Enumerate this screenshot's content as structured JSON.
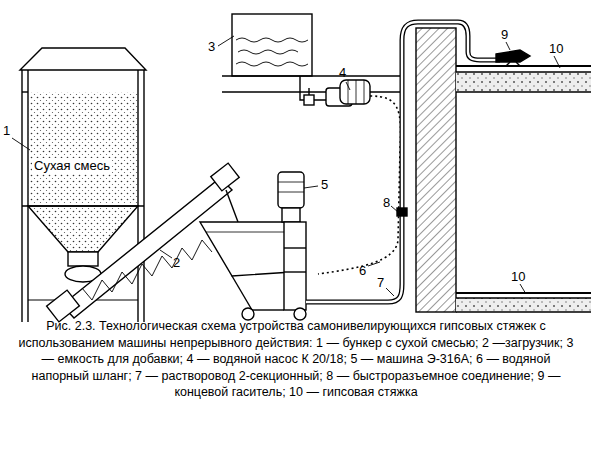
{
  "diagram": {
    "caption": "Рис. 2.3. Технологическая схема устройства самонивелирующихся гипсовых стяжек с использованием машины непрерывного действия: 1 — бункер с сухой смесью; 2 —загрузчик; 3 — емкость для добавки; 4 — водяной насос К 20/18; 5 — машина Э-316А; 6 — водяной напорный шланг; 7 — растворовод 2-секционный; 8 — быстроразъемное соединение; 9 — концевой гаситель; 10 — гипсовая стяжка",
    "labels": [
      "1",
      "Сухая смесь",
      "2",
      "3",
      "4",
      "5",
      "6",
      "7",
      "8",
      "9",
      "10",
      "10"
    ]
  }
}
